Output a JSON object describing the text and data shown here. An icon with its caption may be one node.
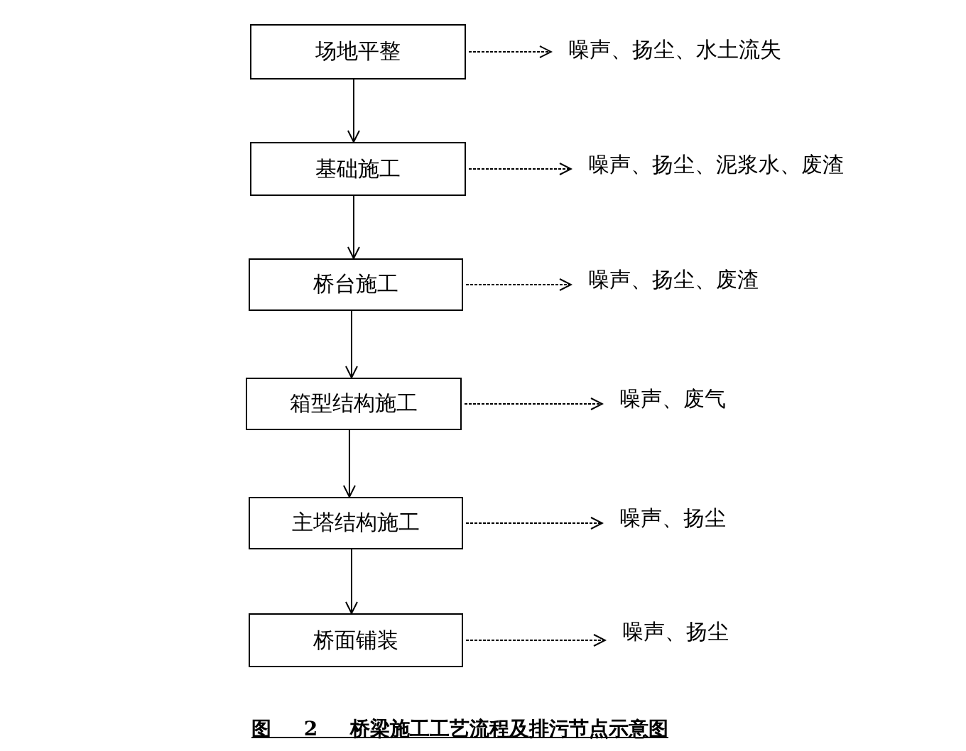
{
  "diagram": {
    "caption": "图 2 桥梁施工工艺流程及排污节点示意图",
    "nodes": [
      {
        "text": [
          "场地平整"
        ]
      },
      {
        "text": [
          "噪声、扬尘、水土流失"
        ]
      },
      {
        "text": [
          "基础施工"
        ]
      },
      {
        "text": [
          "噪声、扬尘、泥浆水、废渣"
        ]
      },
      {
        "text": [
          "桥台施工"
        ]
      },
      {
        "text": [
          "噪声、扬尘、废渣"
        ]
      },
      {
        "text": [
          "箱型结构施工"
        ]
      },
      {
        "text": [
          "噪声、废气"
        ]
      },
      {
        "text": [
          "主塔结构施工"
        ]
      },
      {
        "text": [
          "噪声、扬尘"
        ]
      },
      {
        "text": [
          "桥面铺装"
        ]
      },
      {
        "text": [
          "噪声、扬尘"
        ]
      }
    ],
    "edges": [
      {
        "from": 0,
        "to": 2,
        "arrow": "to"
      },
      {
        "from": 2,
        "to": 4,
        "arrow": "to"
      },
      {
        "from": 4,
        "to": 6,
        "arrow": "to"
      },
      {
        "from": 6,
        "to": 8,
        "arrow": "to"
      },
      {
        "from": 8,
        "to": 10,
        "arrow": "to"
      },
      {
        "from": 0,
        "to": 1,
        "arrow": "to",
        "style": "dashed"
      },
      {
        "from": 2,
        "to": 3,
        "arrow": "to",
        "style": "dashed"
      },
      {
        "from": 4,
        "to": 5,
        "arrow": "to",
        "style": "dashed"
      },
      {
        "from": 6,
        "to": 7,
        "arrow": "to",
        "style": "dashed"
      },
      {
        "from": 8,
        "to": 9,
        "arrow": "to",
        "style": "dashed"
      },
      {
        "from": 10,
        "to": 11,
        "arrow": "to",
        "style": "dashed"
      }
    ]
  }
}
